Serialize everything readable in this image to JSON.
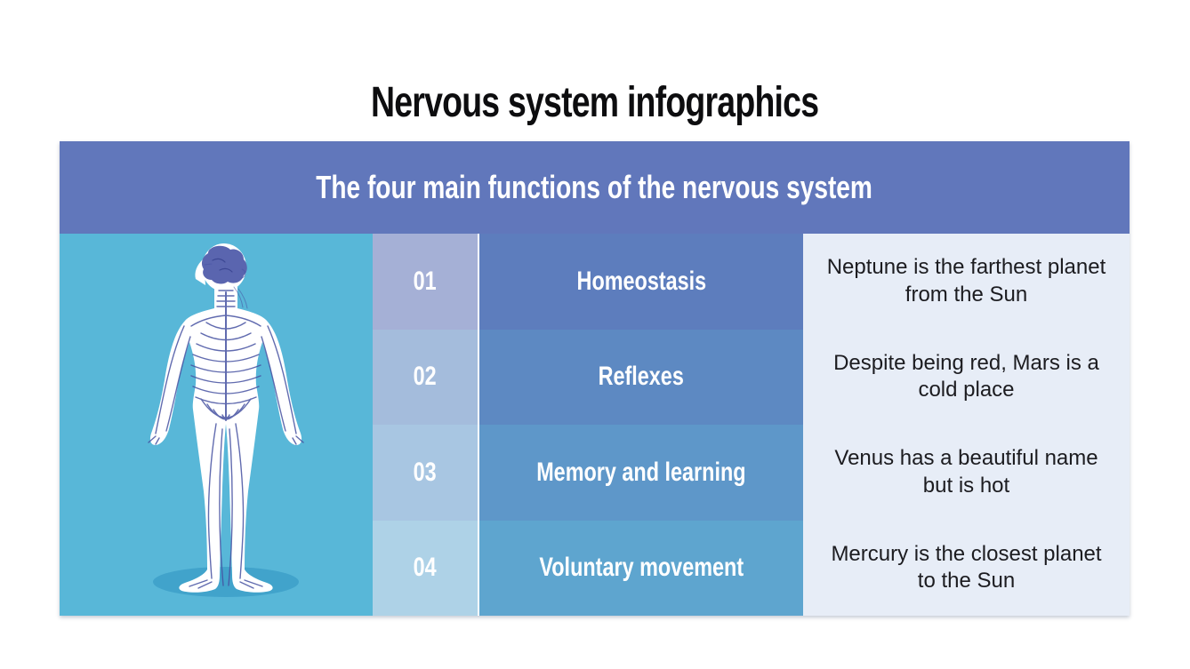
{
  "page": {
    "title": "Nervous system infographics"
  },
  "table": {
    "header": {
      "label": "The four main functions of the nervous system",
      "bg": "#6177bb"
    },
    "description_bg": "#e7edf7",
    "rows": [
      {
        "number": "01",
        "name": "Homeostasis",
        "description": "Neptune is the farthest planet from the Sun",
        "number_bg": "#a5b0d6",
        "name_bg": "#5d7dbd"
      },
      {
        "number": "02",
        "name": "Reflexes",
        "description": "Despite being red, Mars is a cold place",
        "number_bg": "#a4bcdc",
        "name_bg": "#5d89c2"
      },
      {
        "number": "03",
        "name": "Memory and learning",
        "description": "Venus has a beautiful name but is hot",
        "number_bg": "#a8c6e2",
        "name_bg": "#5e97c9"
      },
      {
        "number": "04",
        "name": "Voluntary movement",
        "description": "Mercury is the closest planet to the Sun",
        "number_bg": "#aed2e7",
        "name_bg": "#5ea5cf"
      }
    ]
  },
  "illustration": {
    "icon": "human-nervous-system-figure",
    "bg": "#58b7d8",
    "body": "#ffffff",
    "brain": "#5a65af",
    "nerves": "#4652a2",
    "shadow": "#41a3cb"
  }
}
